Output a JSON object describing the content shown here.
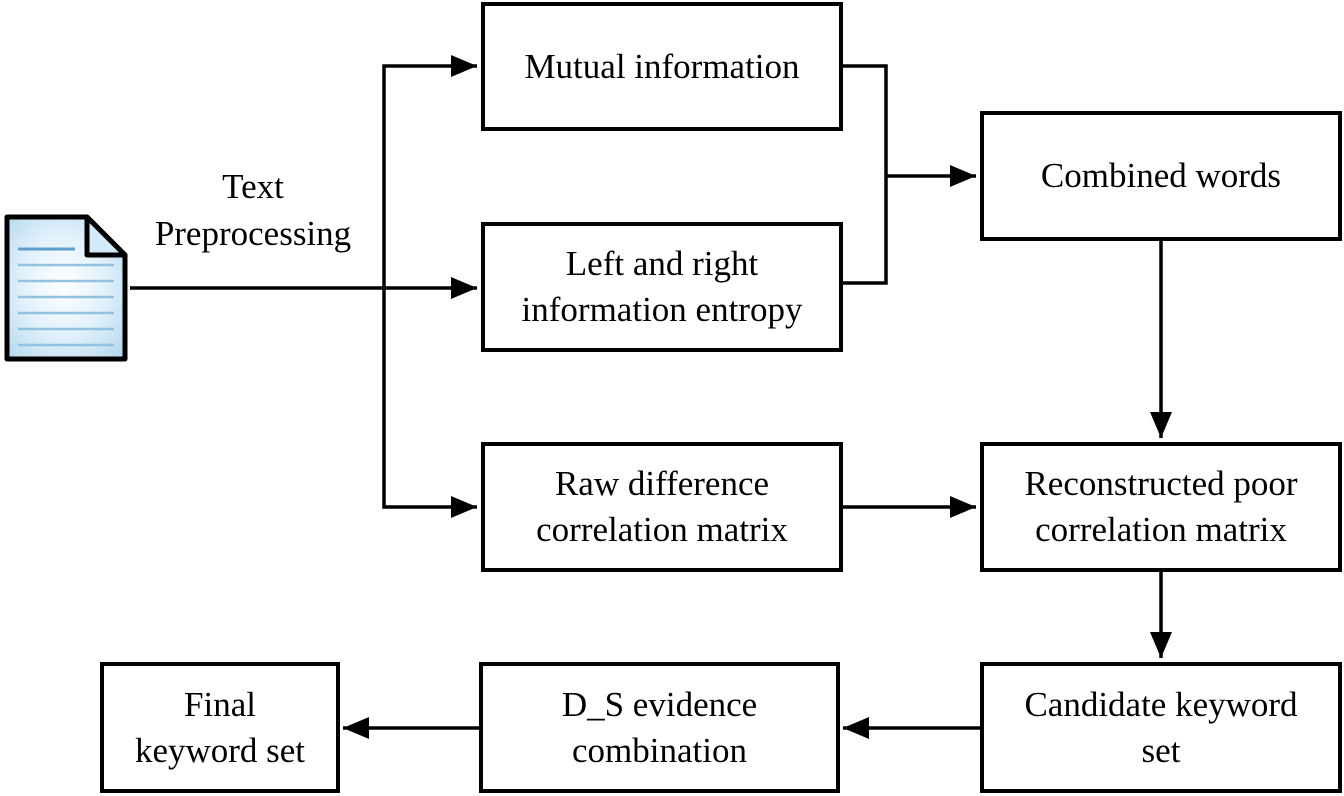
{
  "diagram": {
    "type": "flowchart",
    "background_color": "#ffffff",
    "line_color": "#000000",
    "node_fill_color": "#ffffff",
    "node_border_color": "#000000",
    "text_color": "#000000",
    "edge_label": "Text\nPreprocessing",
    "nodes": {
      "mutual_information": {
        "label": "Mutual information"
      },
      "left_right_entropy": {
        "label": "Left and right\ninformation entropy"
      },
      "combined_words": {
        "label": "Combined words"
      },
      "raw_difference": {
        "label": "Raw difference\ncorrelation matrix"
      },
      "reconstructed": {
        "label": "Reconstructed poor\ncorrelation matrix"
      },
      "candidate_keyword": {
        "label": "Candidate keyword\nset"
      },
      "ds_evidence": {
        "label": "D_S evidence\ncombination"
      },
      "final_keyword": {
        "label": "Final\nkeyword set"
      }
    },
    "document_icon": {
      "name": "document-icon",
      "outline_color": "#000000",
      "body_color": "#bcdcf2",
      "highlight_color": "#ffffff",
      "fold_color": "#d2e9f8",
      "rule_line_color": "#93c1e0",
      "first_rule_line_color": "#5e9dcb"
    },
    "edges": [
      {
        "from": "document",
        "to": "mutual_information"
      },
      {
        "from": "document",
        "to": "left_right_entropy"
      },
      {
        "from": "document",
        "to": "raw_difference"
      },
      {
        "from": "mutual_information",
        "to": "combined_words"
      },
      {
        "from": "left_right_entropy",
        "to": "combined_words"
      },
      {
        "from": "combined_words",
        "to": "reconstructed"
      },
      {
        "from": "raw_difference",
        "to": "reconstructed"
      },
      {
        "from": "reconstructed",
        "to": "candidate_keyword"
      },
      {
        "from": "candidate_keyword",
        "to": "ds_evidence"
      },
      {
        "from": "ds_evidence",
        "to": "final_keyword"
      }
    ]
  }
}
